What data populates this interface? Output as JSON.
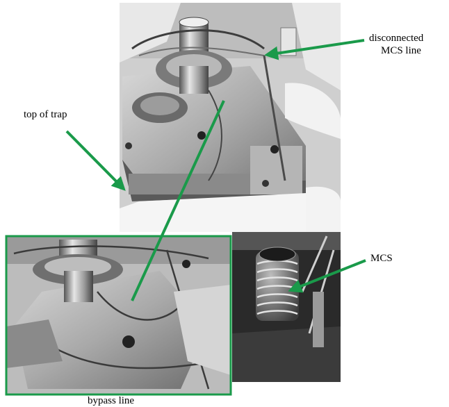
{
  "labels": {
    "disconnected": "disconnected",
    "mcs_line": "MCS line",
    "top_of_trap": "top of trap",
    "mcs": "MCS",
    "bypass_line": "bypass line"
  },
  "colors": {
    "arrow": "#1a9a4a",
    "inset_border": "#1a9a4a"
  },
  "image": {
    "subject": "grayscale photograph of vacuum trap apparatus with a magnified inset",
    "inset_subject": "magnified view of bypass line wiring"
  }
}
